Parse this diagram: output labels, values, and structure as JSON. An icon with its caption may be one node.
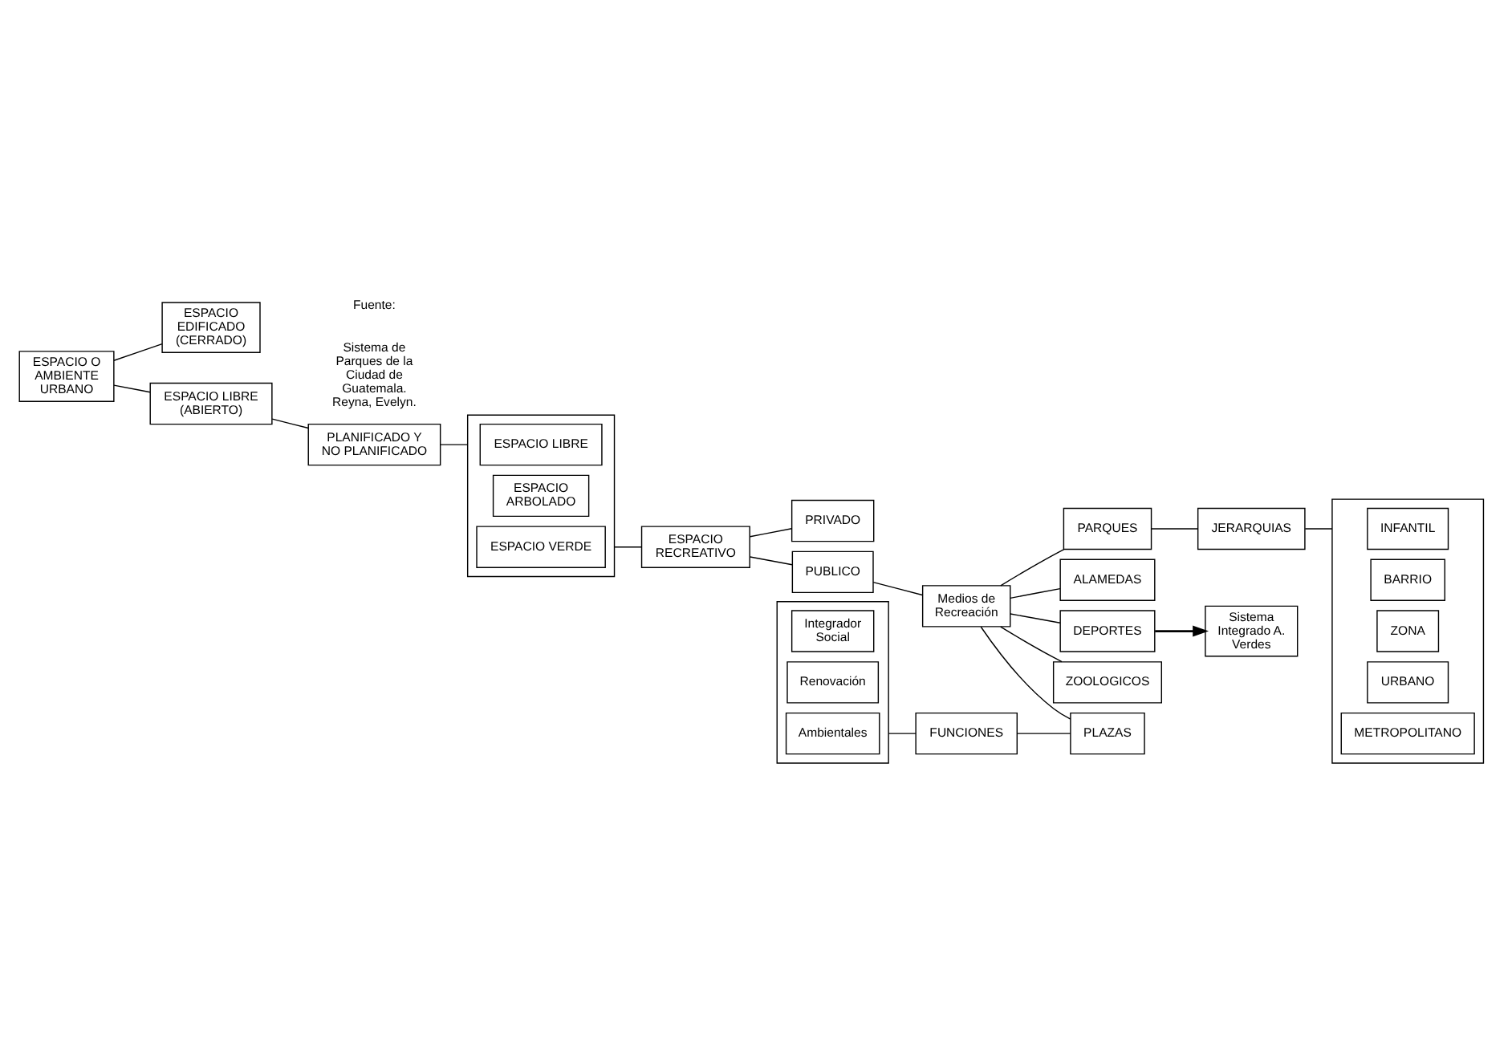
{
  "diagram": {
    "nodes": [
      {
        "text": [
          "ESPACIO O AMBIENTE URBANO"
        ]
      },
      {
        "text": [
          "ESPACIO EDIFICADO (CERRADO)"
        ]
      },
      {
        "text": [
          "ESPACIO LIBRE (ABIERTO)"
        ]
      },
      {
        "text": [
          "PLANIFICADO Y NO PLANIFICADO"
        ]
      },
      {
        "text": [],
        "shape": "box"
      },
      {
        "text": [
          "ESPACIO LIBRE"
        ],
        "in": 4
      },
      {
        "text": [
          "ESPACIO ARBOLADO"
        ],
        "in": 4
      },
      {
        "text": [
          "ESPACIO VERDE"
        ],
        "in": 4
      },
      {
        "text": [
          "ESPACIO RECREATIVO"
        ]
      },
      {
        "text": [
          "PUBLICO"
        ]
      },
      {
        "text": [
          "PRIVADO"
        ]
      },
      {
        "text": [
          "Medios de Recreación"
        ]
      },
      {
        "text": [],
        "shape": "box"
      },
      {
        "text": [
          "Integrador Social"
        ],
        "in": 12
      },
      {
        "text": [
          "Renovación"
        ],
        "in": 12
      },
      {
        "text": [
          "Ambientales"
        ],
        "in": 12
      },
      {
        "text": [
          "FUNCIONES"
        ]
      },
      {
        "text": [
          "PLAZAS"
        ]
      },
      {
        "text": [
          "ALAMEDAS"
        ]
      },
      {
        "text": [
          "DEPORTES"
        ]
      },
      {
        "text": [
          "ZOOLOGICOS"
        ]
      },
      {
        "text": [
          "PARQUES"
        ]
      },
      {
        "text": [
          "JERARQUIAS"
        ]
      },
      {
        "text": [],
        "shape": "box"
      },
      {
        "text": [
          "INFANTIL"
        ],
        "in": 23
      },
      {
        "text": [
          "BARRIO"
        ],
        "in": 23
      },
      {
        "text": [
          "ZONA"
        ],
        "in": 23
      },
      {
        "text": [
          "URBANO"
        ],
        "in": 23
      },
      {
        "text": [
          "METROPOLITANO"
        ],
        "in": 23
      },
      {
        "text": [
          "Sistema Integrado A. Verdes"
        ]
      }
    ],
    "edges": [
      {
        "from": 0,
        "to": 1,
        "arrow": "none"
      },
      {
        "from": 0,
        "to": 2,
        "arrow": "none"
      },
      {
        "from": 2,
        "to": 3,
        "arrow": "none"
      },
      {
        "from": 3,
        "to": 4,
        "arrow": "none"
      },
      {
        "from": 4,
        "to": 8,
        "arrow": "none"
      },
      {
        "from": 8,
        "to": 9,
        "arrow": "none"
      },
      {
        "from": 8,
        "to": 10,
        "arrow": "none"
      },
      {
        "from": 9,
        "to": 11,
        "arrow": "none"
      },
      {
        "from": 11,
        "to": 17,
        "arrow": "none"
      },
      {
        "from": 11,
        "to": 18,
        "arrow": "none"
      },
      {
        "from": 11,
        "to": 19,
        "arrow": "none"
      },
      {
        "from": 11,
        "to": 20,
        "arrow": "none"
      },
      {
        "from": 11,
        "to": 21,
        "arrow": "none"
      },
      {
        "from": 12,
        "to": 16,
        "arrow": "none"
      },
      {
        "from": 16,
        "to": 17,
        "arrow": "none"
      },
      {
        "from": 21,
        "to": 22,
        "arrow": "none"
      },
      {
        "from": 22,
        "to": 23,
        "arrow": "none"
      },
      {
        "from": 19,
        "to": 29,
        "arrow": "to"
      }
    ],
    "labels": [
      "Fuente:",
      "Sistema de Parques de la Ciudad de Guatemala. Reyna, Evelyn."
    ]
  }
}
